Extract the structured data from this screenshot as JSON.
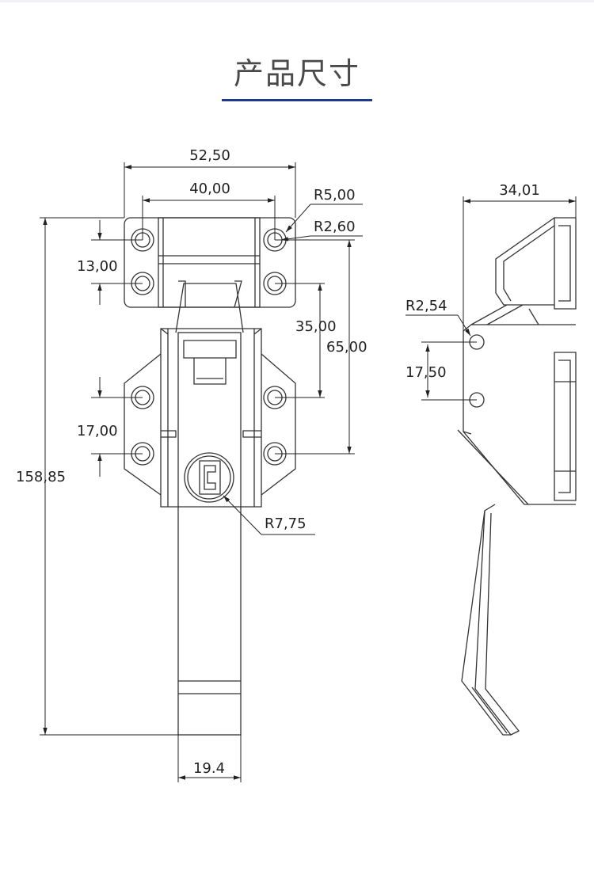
{
  "title": "产品尺寸",
  "accent_color": "#1f3a8a",
  "dimensions": {
    "width_total": "52,50",
    "hole_spacing_top": "40,00",
    "radius_outer": "R5,00",
    "radius_hole": "R2,60",
    "hole_pitch_top": "13,00",
    "hinge_to_latch": "35,00",
    "hinge_to_bottom_holes": "65,00",
    "hole_pitch_lower": "17,00",
    "overall_height": "158,85",
    "lock_radius": "R7,75",
    "handle_width": "19.4",
    "depth": "34,01",
    "side_radius": "R2,54",
    "side_hole_pitch": "17,50"
  }
}
